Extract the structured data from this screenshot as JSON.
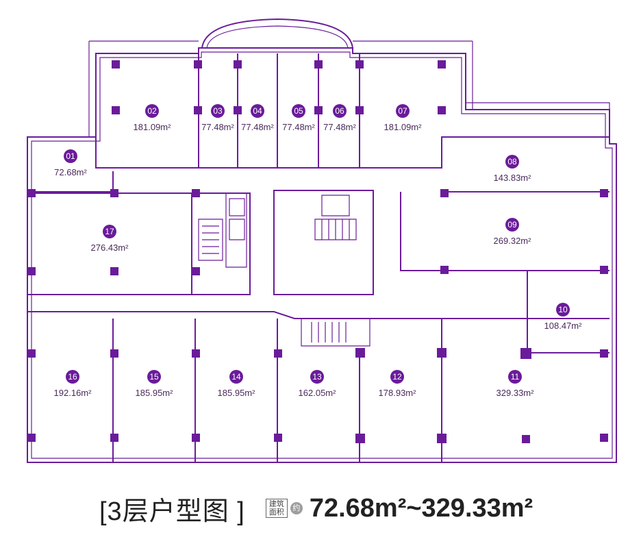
{
  "colors": {
    "accent": "#6a1b9a",
    "text": "#222222"
  },
  "units": [
    {
      "id": "01",
      "area": "72.68m²"
    },
    {
      "id": "02",
      "area": "181.09m²"
    },
    {
      "id": "03",
      "area": "77.48m²"
    },
    {
      "id": "04",
      "area": "77.48m²"
    },
    {
      "id": "05",
      "area": "77.48m²"
    },
    {
      "id": "06",
      "area": "77.48m²"
    },
    {
      "id": "07",
      "area": "181.09m²"
    },
    {
      "id": "08",
      "area": "143.83m²"
    },
    {
      "id": "09",
      "area": "269.32m²"
    },
    {
      "id": "10",
      "area": "108.47m²"
    },
    {
      "id": "11",
      "area": "329.33m²"
    },
    {
      "id": "12",
      "area": "178.93m²"
    },
    {
      "id": "13",
      "area": "162.05m²"
    },
    {
      "id": "14",
      "area": "185.95m²"
    },
    {
      "id": "15",
      "area": "185.95m²"
    },
    {
      "id": "16",
      "area": "192.16m²"
    },
    {
      "id": "17",
      "area": "276.43m²"
    }
  ],
  "caption": {
    "title": "[3层户型图 ]",
    "label": "建筑面积",
    "approx": "约",
    "range": "72.68m²~329.33m²"
  }
}
